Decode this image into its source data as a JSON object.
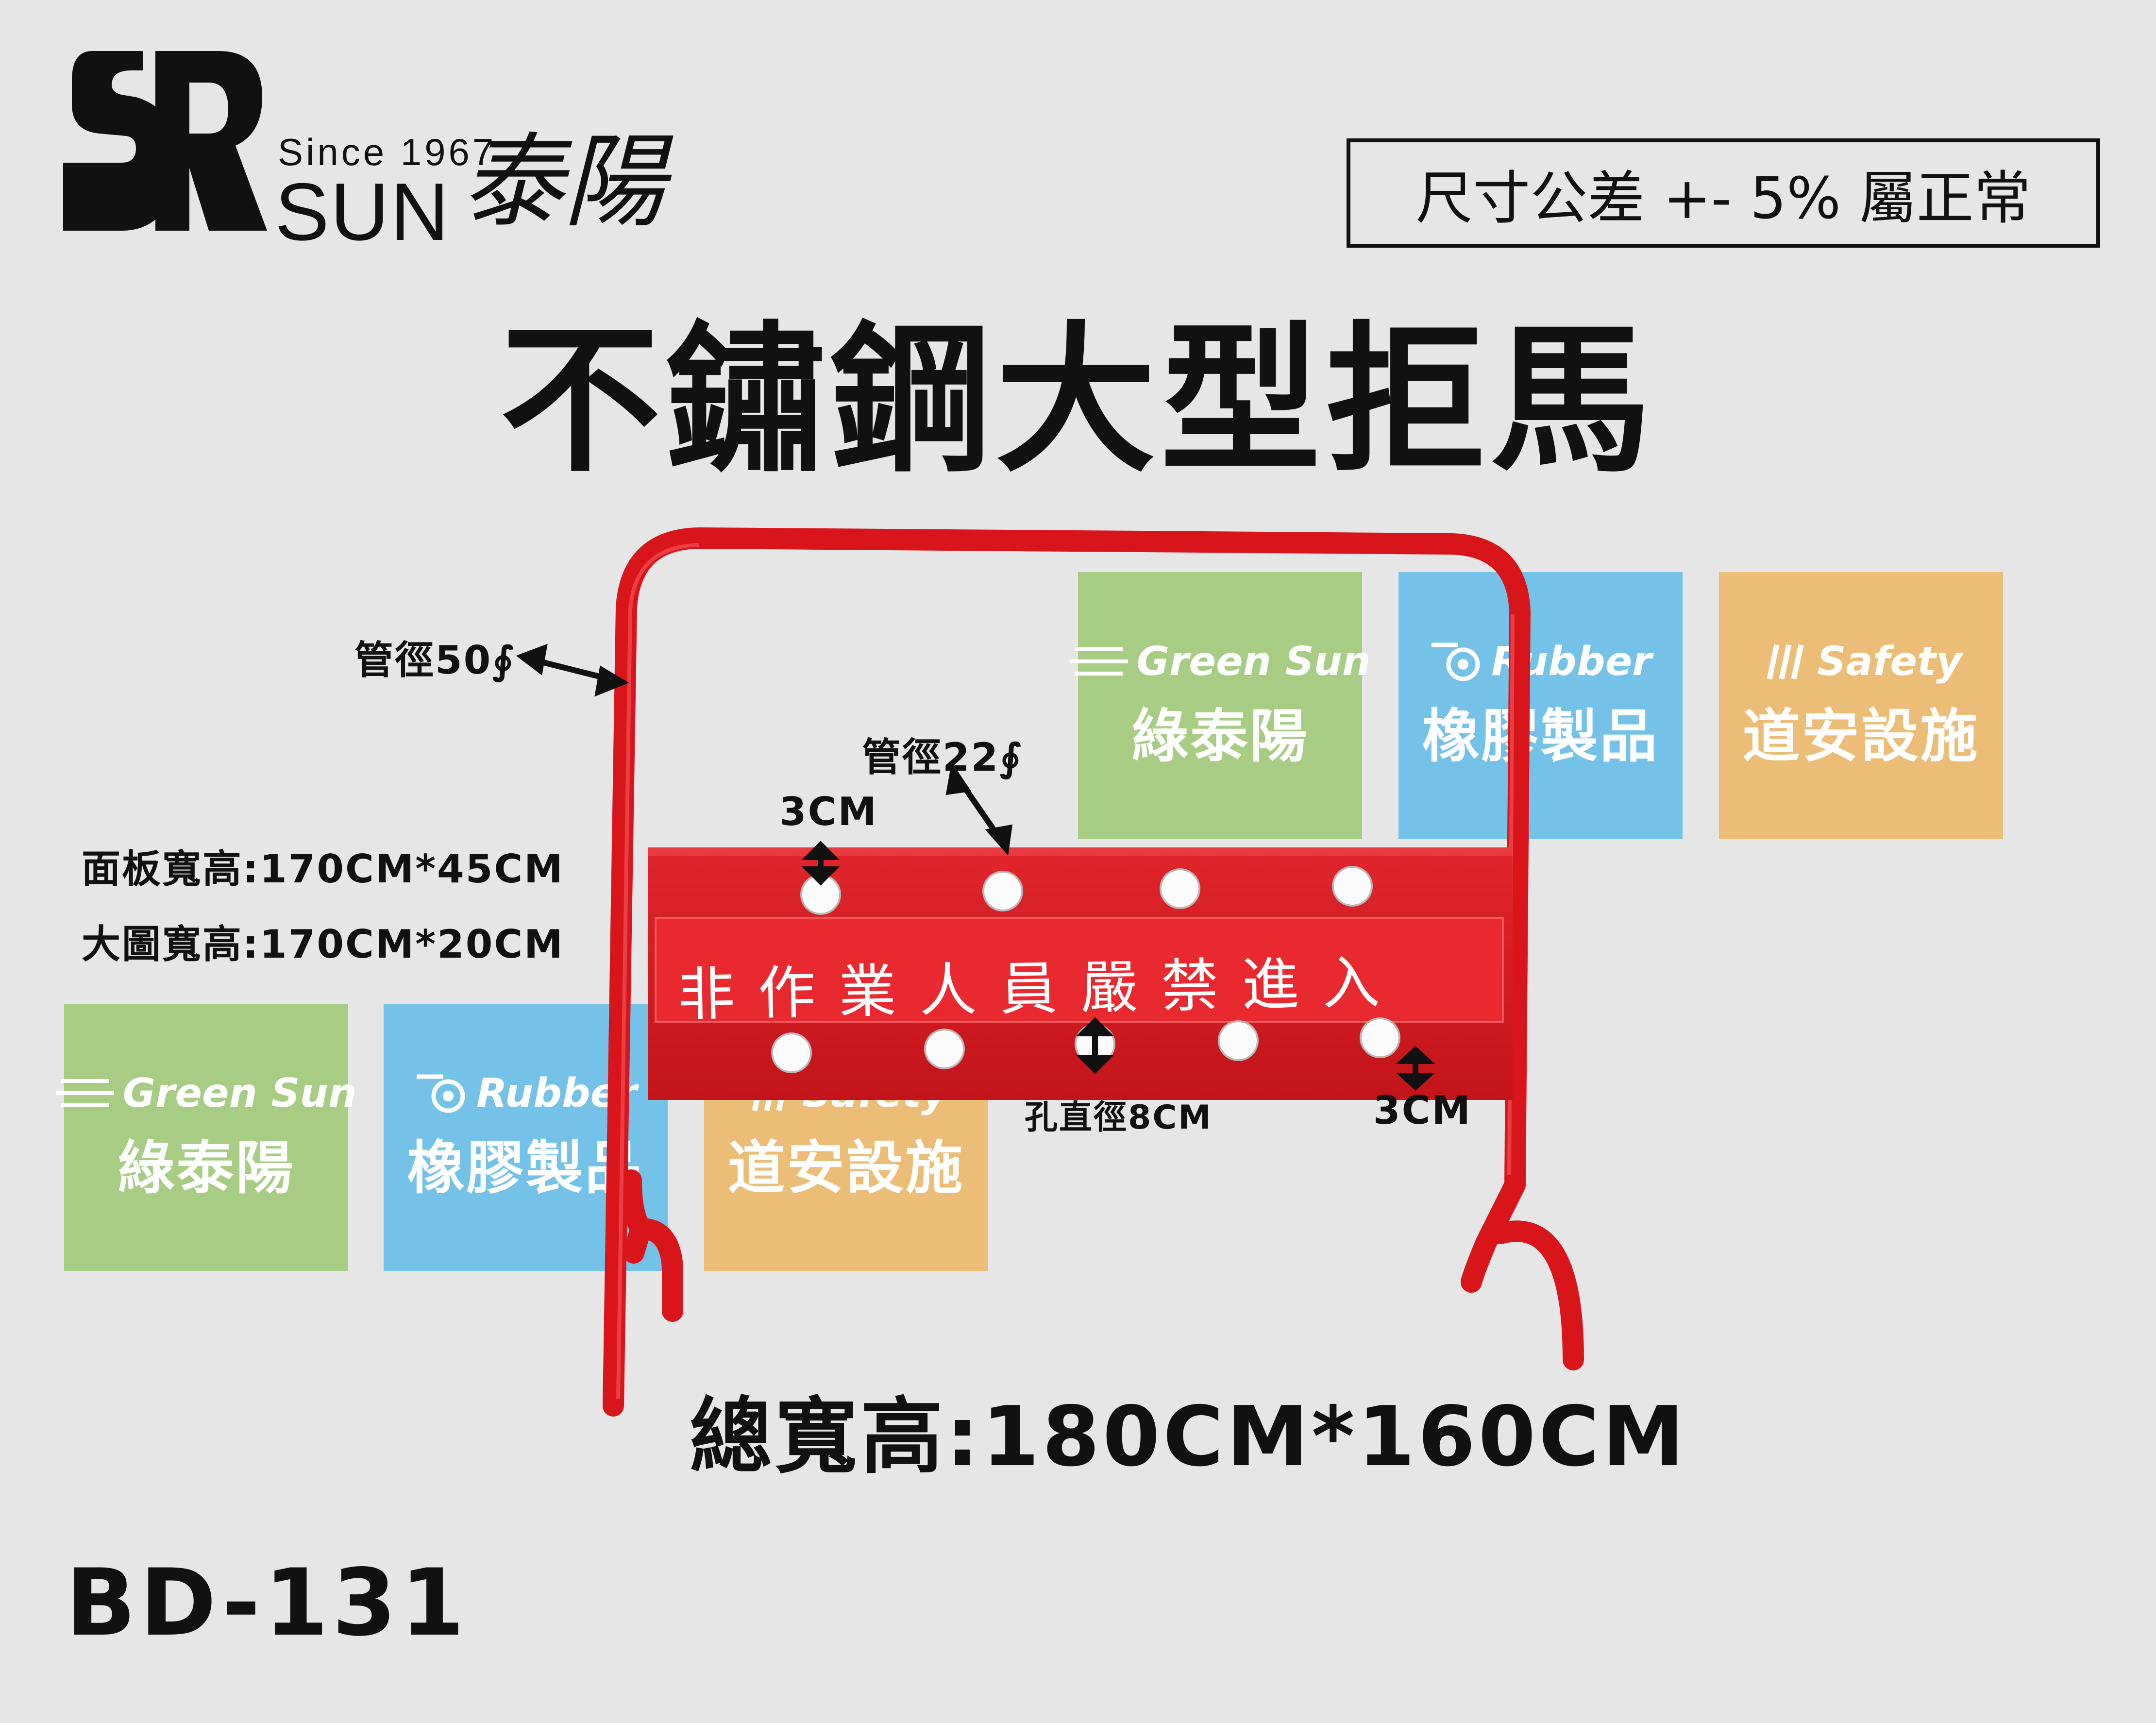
{
  "logo": {
    "mark": "SR",
    "since": "Since 1967",
    "brand": "SUN",
    "brand_cn": "泰陽"
  },
  "tolerance_note": "尺寸公差  +-  5%  屬正常",
  "title": "不鏽鋼大型拒馬",
  "tiles": {
    "green": {
      "en": "Green Sun",
      "cn": "綠泰陽",
      "color": "#a7cd85"
    },
    "blue": {
      "en": "Rubber",
      "cn": "橡膠製品",
      "color": "#74c2e8"
    },
    "orange": {
      "en": "Safety",
      "cn": "道安設施",
      "color": "#ecbd77"
    }
  },
  "barrier": {
    "frame_color": "#d8151b",
    "sign_text": "非作業人員嚴禁進入"
  },
  "labels": {
    "pipe_main": "管徑50∮",
    "pipe_small": "管徑22∮",
    "gap_top": "3CM",
    "panel_size": "面板寬高:170CM*45CM",
    "image_size": "大圖寬高:170CM*20CM",
    "hole_diameter": "孔直徑8CM",
    "gap_bottom": "3CM",
    "total_size": "總寬高:180CM*160CM"
  },
  "model": "BD-131"
}
